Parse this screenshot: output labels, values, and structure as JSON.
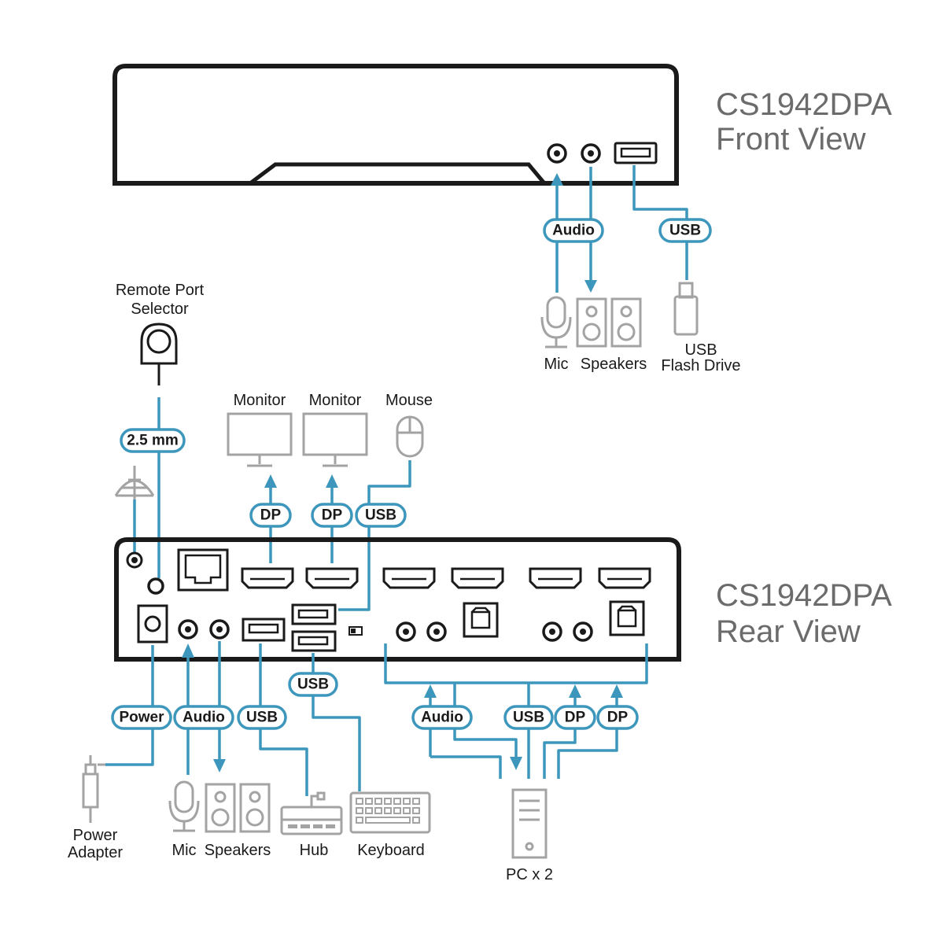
{
  "front_title": {
    "line1": "CS1942DPA",
    "line2": "Front View"
  },
  "rear_title": {
    "line1": "CS1942DPA",
    "line2": "Rear View"
  },
  "devices": {
    "remote_port_selector": {
      "line1": "Remote Port",
      "line2": "Selector"
    },
    "monitor_1": "Monitor",
    "monitor_2": "Monitor",
    "mouse": "Mouse",
    "front_mic": "Mic",
    "front_speakers": "Speakers",
    "usb_flash": {
      "line1": "USB",
      "line2": "Flash Drive"
    },
    "power_adapter": {
      "line1": "Power",
      "line2": "Adapter"
    },
    "rear_mic": "Mic",
    "rear_speakers": "Speakers",
    "hub": "Hub",
    "keyboard": "Keyboard",
    "pc": "PC x 2"
  },
  "connectors": {
    "front_audio": "Audio",
    "front_usb": "USB",
    "remote_2_5mm": "2.5 mm",
    "dp_1": "DP",
    "dp_2": "DP",
    "mouse_usb": "USB",
    "keyboard_usb": "USB",
    "power": "Power",
    "rear_audio": "Audio",
    "hub_usb": "USB",
    "pc_audio": "Audio",
    "pc_usb": "USB",
    "pc_dp_1": "DP",
    "pc_dp_2": "DP"
  },
  "colors": {
    "cable": "#3d97bc",
    "device_outline": "#1a1a1a",
    "peripheral_icon": "#a3a3a3",
    "title_text": "#6b6b6b"
  }
}
